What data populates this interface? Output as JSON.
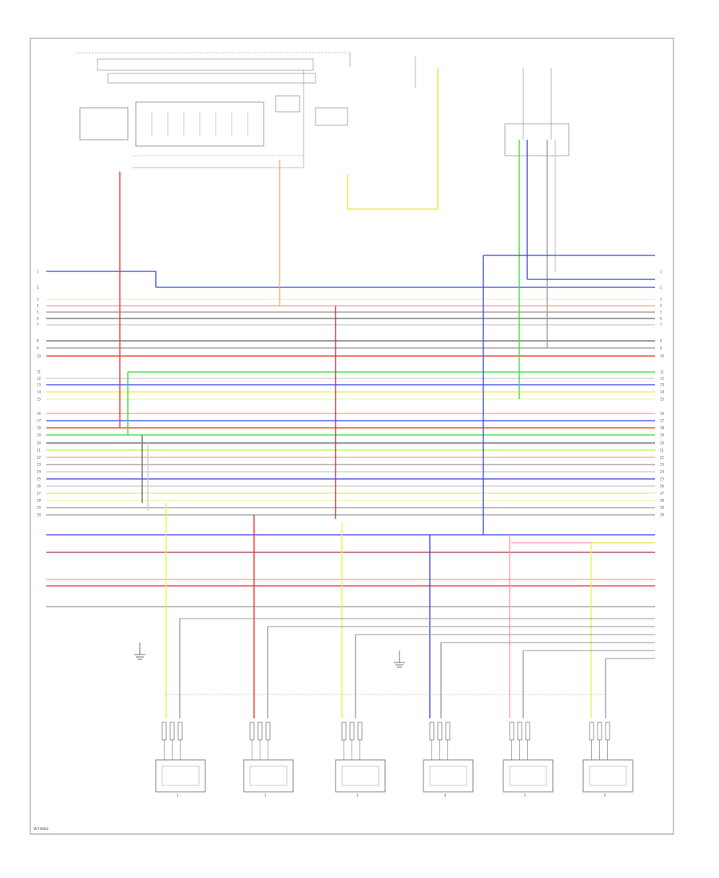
{
  "footer_id": "W74983",
  "wire_colors": {
    "blue": "#3344ee",
    "red": "#ee3333",
    "green": "#33dd33",
    "yellow": "#eeee55",
    "gray": "#999999",
    "dark_gray": "#666666",
    "pink": "#ff9999",
    "orange": "#ffaa55",
    "light_gray": "#cccccc",
    "cream": "#f5f0b0",
    "lime": "#aaff44",
    "brown_red": "#aa3344"
  },
  "connector_pins": [
    "1",
    "2",
    "3",
    "4",
    "5",
    "6",
    "7",
    "8",
    "9",
    "10",
    "11",
    "12",
    "13",
    "14",
    "15",
    "16",
    "17",
    "18",
    "19",
    "20",
    "21",
    "22",
    "23",
    "24",
    "25",
    "26",
    "27",
    "28",
    "29",
    "30"
  ],
  "injector_labels": [
    "1",
    "2",
    "3",
    "4",
    "5",
    "6"
  ]
}
